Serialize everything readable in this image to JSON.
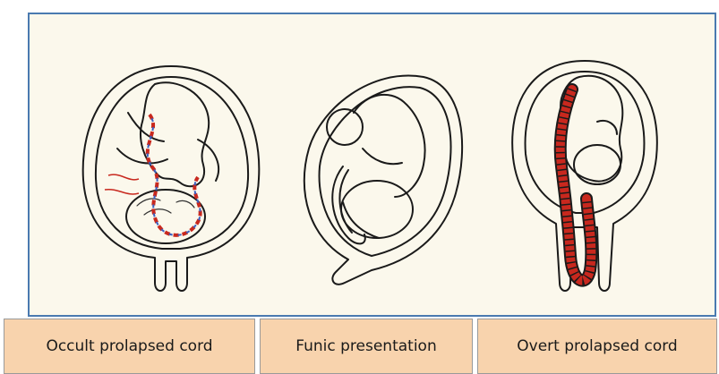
{
  "figures": [
    {
      "caption": "Occult prolapsed cord",
      "icon": "occult-prolapsed-cord-illustration"
    },
    {
      "caption": "Funic presentation",
      "icon": "funic-presentation-illustration"
    },
    {
      "caption": "Overt prolapsed cord",
      "icon": "overt-prolapsed-cord-illustration"
    }
  ],
  "colors": {
    "panel_background": "#fbf8ec",
    "panel_border": "#4a7ab0",
    "caption_background": "#f8d3ad",
    "cord_red": "#c8281e",
    "cord_blue": "#3a5fc0"
  }
}
